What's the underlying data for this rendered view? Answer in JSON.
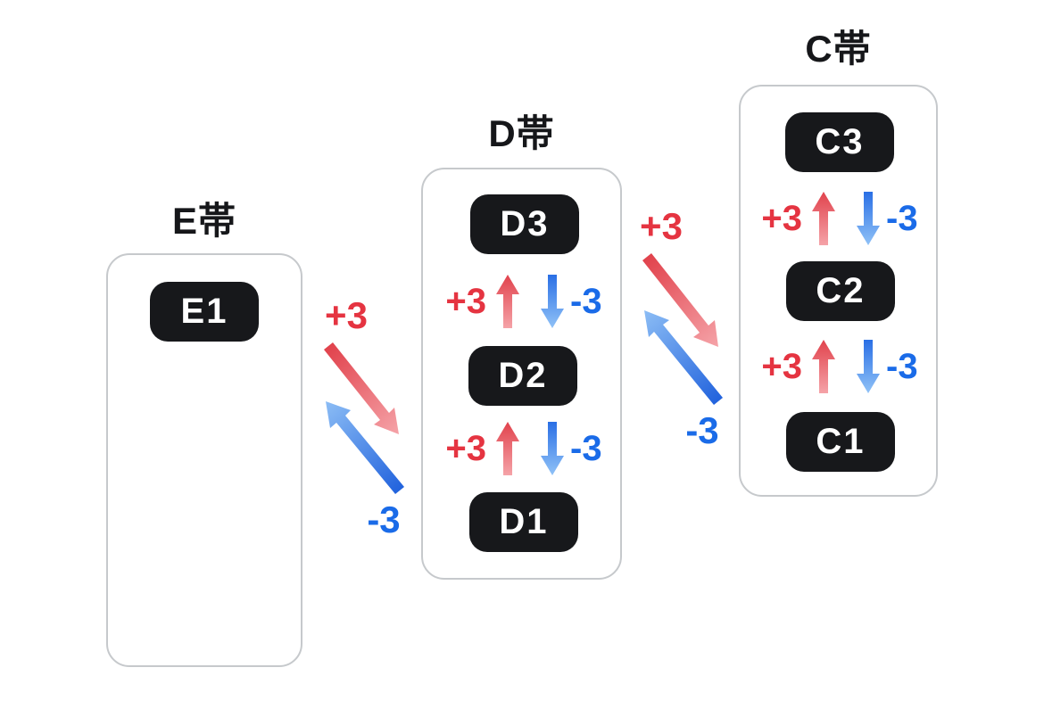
{
  "diagram_title": "",
  "colors": {
    "background": "#ffffff",
    "band_border": "#c6c9cc",
    "band_title_text": "#16171a",
    "badge_background": "#17181b",
    "badge_text": "#ffffff",
    "promote_text_red": "#e53441",
    "demote_text_blue": "#1a6be8",
    "promote_arrow_gradient": [
      "#e1424c",
      "#f5a3a8"
    ],
    "demote_arrow_gradient": [
      "#2a6fe5",
      "#90c2f7"
    ]
  },
  "bands": {
    "e": {
      "title": "E帯",
      "ranks": [
        {
          "label": "E1"
        }
      ]
    },
    "d": {
      "title": "D帯",
      "ranks": [
        {
          "label": "D3"
        },
        {
          "label": "D2"
        },
        {
          "label": "D1"
        }
      ]
    },
    "c": {
      "title": "C帯",
      "ranks": [
        {
          "label": "C3"
        },
        {
          "label": "C2"
        },
        {
          "label": "C1"
        }
      ]
    }
  },
  "transitions": [
    {
      "id": "e1-d1",
      "kind": "diagonal",
      "from": "E1",
      "to": "D1",
      "promote": "+3",
      "demote": "-3"
    },
    {
      "id": "d1-d2",
      "kind": "vertical",
      "from": "D1",
      "to": "D2",
      "promote": "+3",
      "demote": "-3"
    },
    {
      "id": "d2-d3",
      "kind": "vertical",
      "from": "D2",
      "to": "D3",
      "promote": "+3",
      "demote": "-3"
    },
    {
      "id": "d3-c1",
      "kind": "diagonal",
      "from": "D3",
      "to": "C1",
      "promote": "+3",
      "demote": "-3"
    },
    {
      "id": "c1-c2",
      "kind": "vertical",
      "from": "C1",
      "to": "C2",
      "promote": "+3",
      "demote": "-3"
    },
    {
      "id": "c2-c3",
      "kind": "vertical",
      "from": "C2",
      "to": "C3",
      "promote": "+3",
      "demote": "-3"
    }
  ]
}
